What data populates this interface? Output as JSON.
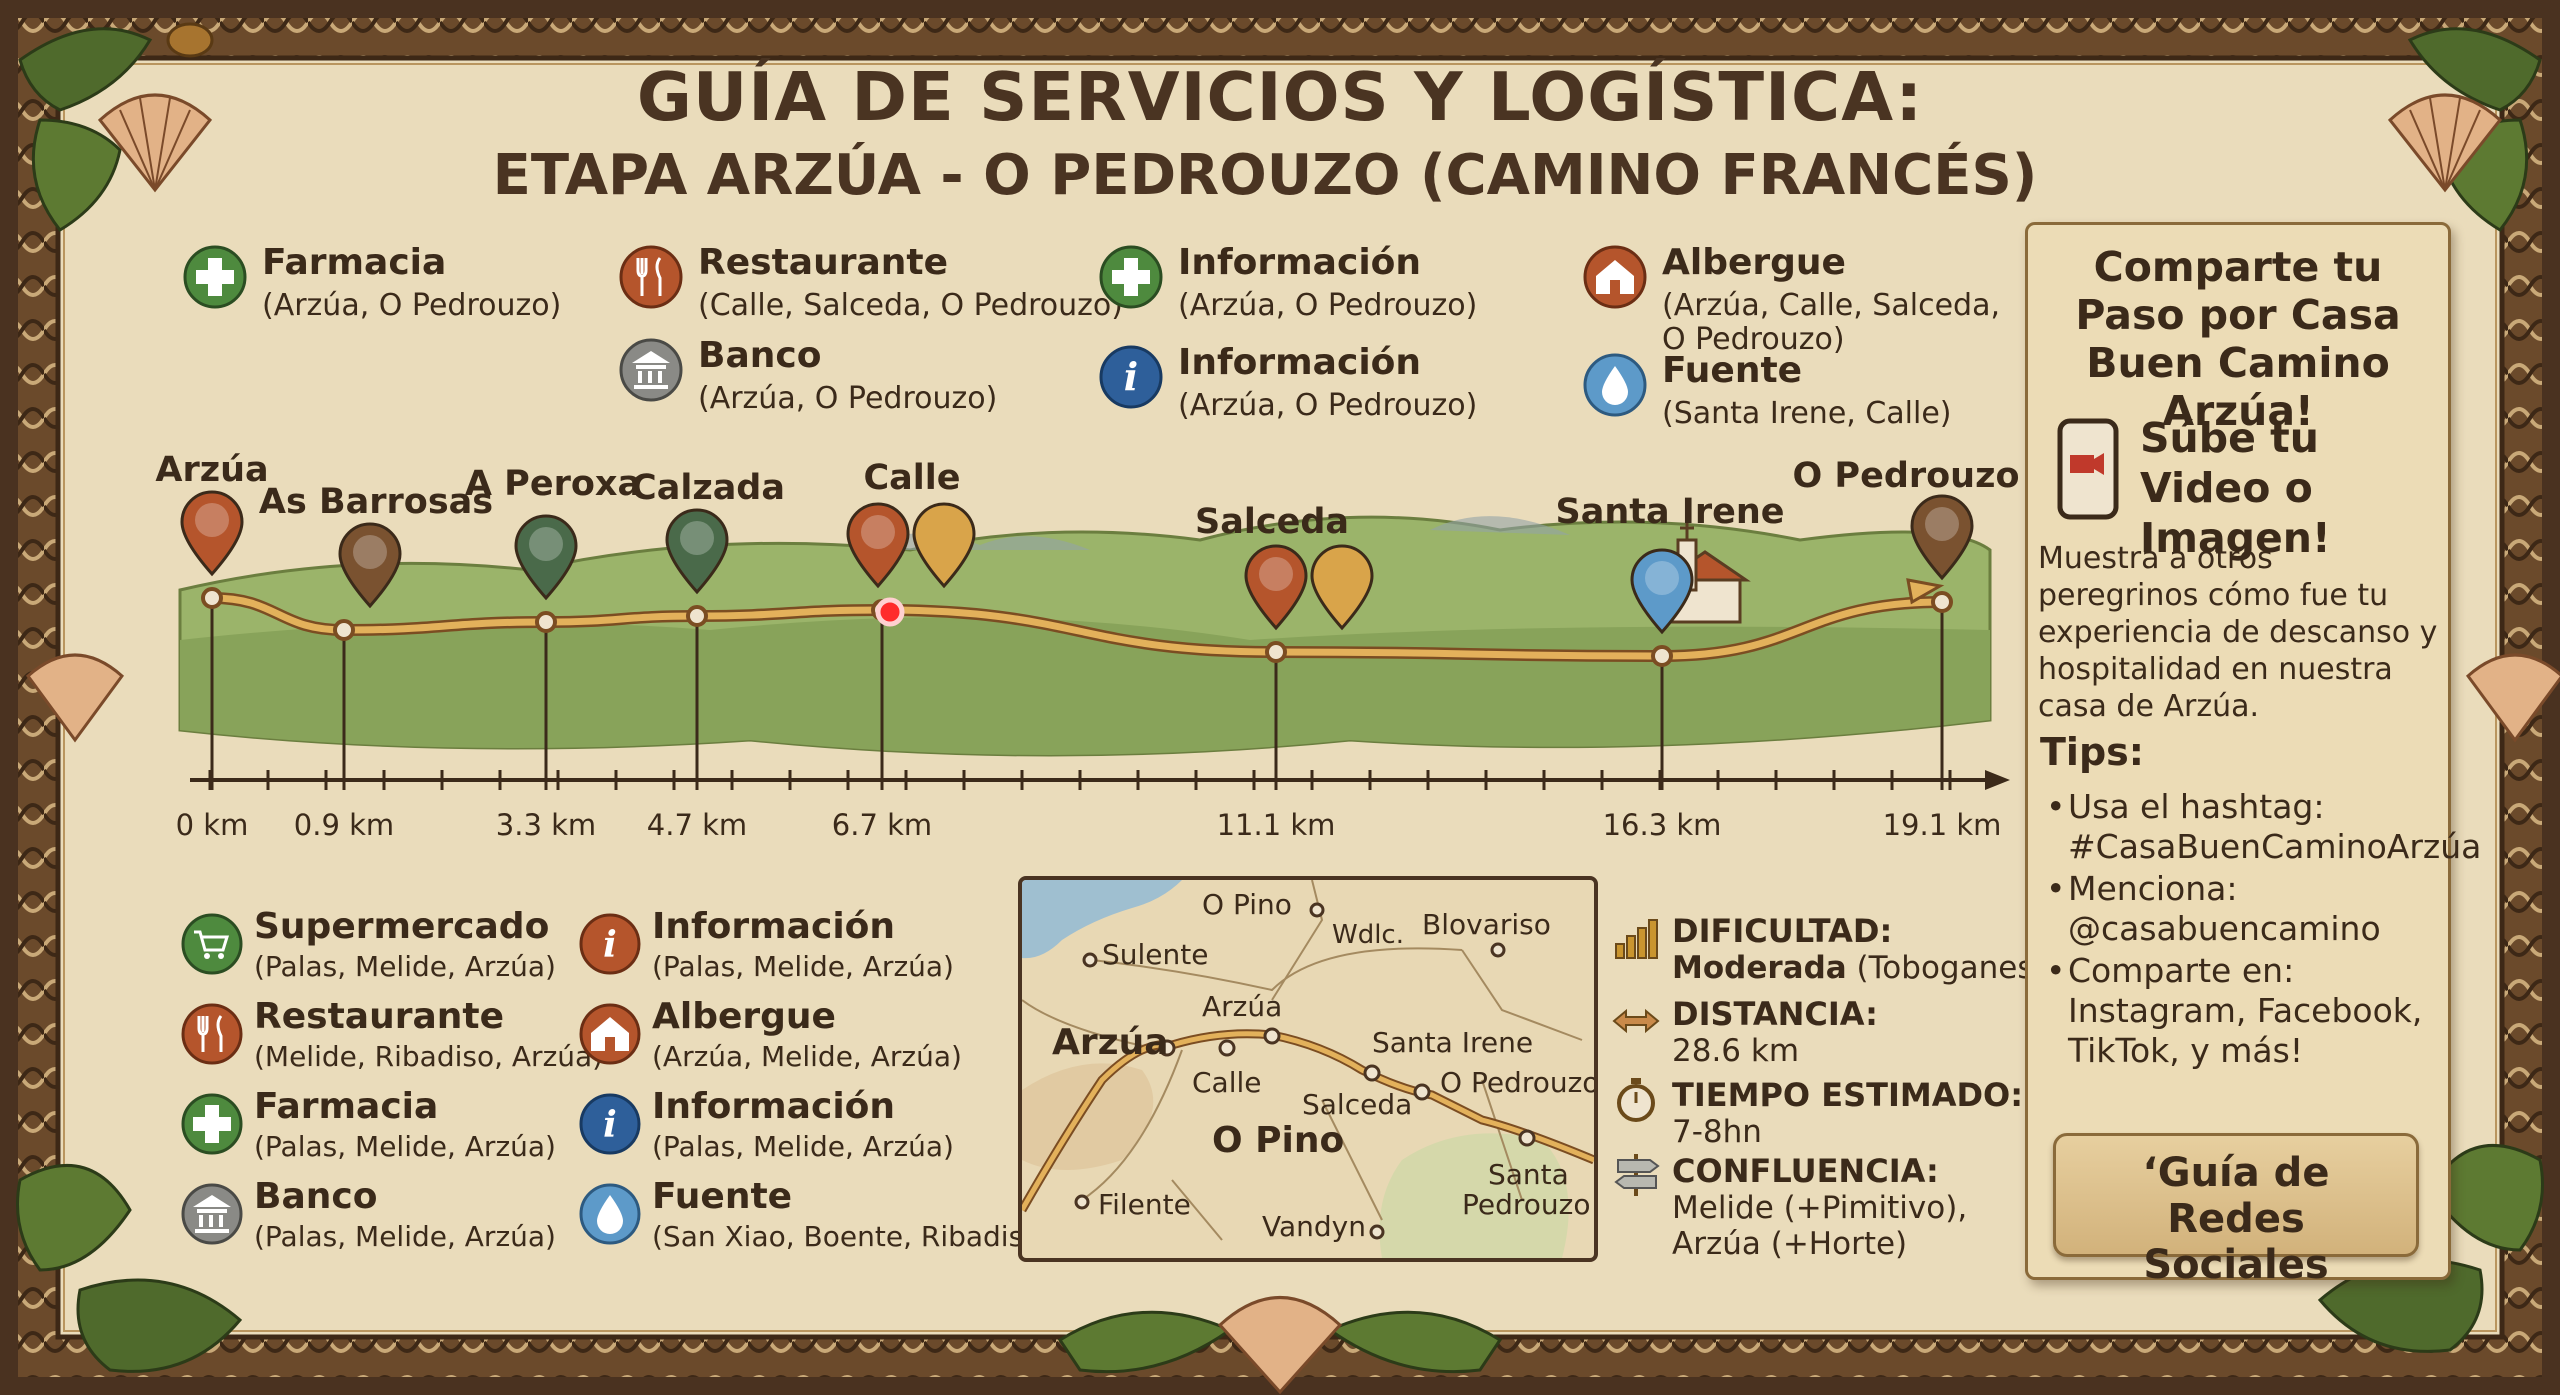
{
  "title": {
    "line1": "GUÍA DE SERVICIOS Y LOGÍSTICA:",
    "line2": "ETAPA ARZÚA - O PEDROUZO (CAMINO FRANCÉS)"
  },
  "top_legend": [
    {
      "icon": "cross-icon",
      "name": "Farmacia",
      "places": "(Arzúa, O Pedrouzo)"
    },
    {
      "icon": "fork-knife-icon",
      "name": "Restaurante",
      "places": "(Calle, Salceda, O Pedrouzo)"
    },
    {
      "icon": "bank-icon",
      "name": "Banco",
      "places": "(Arzúa, O Pedrouzo)"
    },
    {
      "icon": "cross-icon",
      "name": "Información",
      "places": "(Arzúa, O Pedrouzo)"
    },
    {
      "icon": "info-icon",
      "name": "Información",
      "places": "(Arzúa, O Pedrouzo)"
    },
    {
      "icon": "albergue-icon",
      "name": "Albergue",
      "places": "(Arzúa, Calle, Salceda,",
      "places2": "O Pedrouzo)"
    },
    {
      "icon": "water-drop-icon",
      "name": "Fuente",
      "places": "(Santa Irene, Calle)"
    }
  ],
  "route": {
    "towns": [
      "Arzúa",
      "As Barrosas",
      "A Peroxa",
      "Calzada",
      "Calle",
      "Salceda",
      "Santa Irene",
      "O Pedrouzo"
    ],
    "km_labels": [
      "0 km",
      "0.9 km",
      "3.3 km",
      "4.7 km",
      "6.7 km",
      "11.1 km",
      "16.3 km",
      "19.1 km"
    ],
    "km_values": [
      0,
      0.9,
      3.3,
      4.7,
      6.7,
      11.1,
      16.3,
      19.1
    ],
    "current_marker_km": 6.7
  },
  "bottom_legend": [
    {
      "icon": "cart-icon",
      "name": "Supermercado",
      "places": "(Palas, Melide, Arzúa)"
    },
    {
      "icon": "fork-knife-icon",
      "name": "Restaurante",
      "places": "(Melide, Ribadiso, Arzúa)"
    },
    {
      "icon": "cross-icon",
      "name": "Farmacia",
      "places": "(Palas, Melide, Arzúa)"
    },
    {
      "icon": "bank-icon",
      "name": "Banco",
      "places": "(Palas, Melide, Arzúa)"
    },
    {
      "icon": "info-icon",
      "name": "Información",
      "places": "(Palas, Melide, Arzúa)"
    },
    {
      "icon": "albergue-icon",
      "name": "Albergue",
      "places": "(Arzúa, Melide, Arzúa)"
    },
    {
      "icon": "info-icon",
      "name": "Información",
      "places": "(Palas, Melide, Arzúa)"
    },
    {
      "icon": "water-drop-icon",
      "name": "Fuente",
      "places": "(San Xiao, Boente, Ribadiso)"
    }
  ],
  "map_labels": {
    "o_pino_top": "O Pino",
    "wdlc": "Wdlc.",
    "blovariso": "Blovariso",
    "sulente": "Sulente",
    "arzua_small": "Arzúa",
    "arzua_big": "Arzúa",
    "santa_irene": "Santa Irene",
    "o_pedrouzo": "O Pedrouzo",
    "calle": "Calle",
    "salceda": "Salceda",
    "o_pino_big": "O Pino",
    "santa_pedrouzo_1": "Santa",
    "santa_pedrouzo_2": "Pedrouzo",
    "filente": "Filente",
    "vandyn": "Vandyn"
  },
  "stats": {
    "difficulty_key": "DIFICULTAD:",
    "difficulty_value": "Moderada",
    "difficulty_note": "(Toboganes)",
    "distance_key": "DISTANCIA:",
    "distance_value": "28.6 km",
    "time_key": "TIEMPO ESTIMADO:",
    "time_value": "7-8hn",
    "confluence_key": "CONFLUENCIA:",
    "confluence_line1": "Melide (+Pimitivo),",
    "confluence_line2": "Arzúa (+Horte)"
  },
  "sidebar": {
    "title": "Comparte tu Paso por Casa Buen Camino Arzúa!",
    "upload": "Súbe tu Video o Imagen!",
    "body": "Muestra a otros peregrinos cómo fue tu experiencia de descanso y hospitalidad en nuestra casa de Arzúa.",
    "tips_title": "Tips:",
    "tips": [
      "Usa el hashtag: #CasaBuenCaminoArzúa",
      "Menciona: @casabuencamino",
      "Comparte en: Instagram, Facebook, TikTok, y más!"
    ],
    "button": "‘Guía de Redes Sociales"
  },
  "colors": {
    "parchment": "#e9dcbc",
    "border": "#5a3d22",
    "ink": "#3b2a1a",
    "route": "#d9a44a",
    "green": "#4e8a3e",
    "rust": "#b5552c",
    "blue": "#2e5f9a"
  }
}
